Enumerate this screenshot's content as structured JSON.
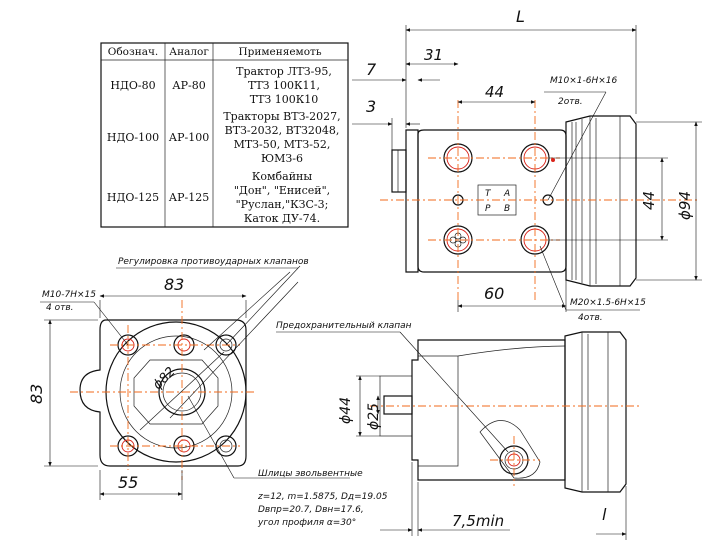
{
  "table": {
    "headers": [
      "Обознач.",
      "Аналог",
      "Применяемоть"
    ],
    "rows": [
      {
        "designation": "НДО-80",
        "analog": "АР-80",
        "usage": [
          "Трактор ЛТЗ-95,",
          "ТТЗ 100К11,",
          "ТТЗ 100К10"
        ]
      },
      {
        "designation": "НДО-100",
        "analog": "АР-100",
        "usage": [
          "Тракторы ВТЗ-2027,",
          "ВТЗ-2032, ВТЗ2048,",
          "МТЗ-50, МТЗ-52,",
          "ЮМЗ-6"
        ]
      },
      {
        "designation": "НДО-125",
        "analog": "АР-125",
        "usage": [
          "Комбайны",
          "\"Дон\", \"Енисей\",",
          "\"Руслан,\"КЗС-3;",
          "Каток ДУ-74."
        ]
      }
    ]
  },
  "dimensions": {
    "L": "L",
    "d31": "31",
    "d7": "7",
    "d3": "3",
    "d44_top": "44",
    "d44_side": "44",
    "phi94": "ϕ94",
    "d60": "60",
    "d83_h": "83",
    "d83_v": "83",
    "d55": "55",
    "phi44": "ϕ44",
    "phi25": "ϕ25",
    "d7_5": "7,5min",
    "l_small": "l",
    "phi82": "ϕ82"
  },
  "callouts": {
    "m10x1": "M10×1-6H×16",
    "m10x1_count": "2отв.",
    "m20": "M20×1.5-6H×15",
    "m20_count": "4отв.",
    "m10x7": "M10-7H×15",
    "m10x7_count": "4 отв.",
    "relief_valves": "Регулировка противоударных клапанов",
    "safety_valve": "Предохранительный клапан",
    "splines_title": "Шлицы эвольвентные",
    "splines_l1": "z=12, m=1.5875, Dд=19.05",
    "splines_l2": "Dвпр=20.7, Dвн=17.6,",
    "splines_l3": "угол профиля α=30°"
  },
  "port_labels": [
    "Т",
    "А",
    "Р",
    "В"
  ],
  "colors": {
    "centerline": "#f26a1b",
    "accent": "#d9231a",
    "line": "#111111"
  }
}
